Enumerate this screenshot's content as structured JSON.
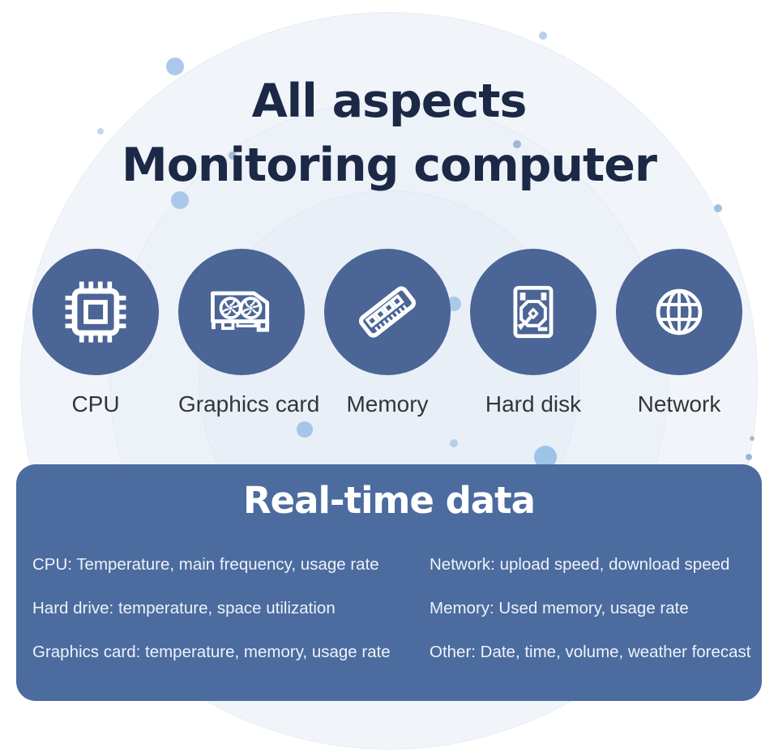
{
  "title": {
    "line1": "All aspects",
    "line2": "Monitoring computer"
  },
  "categories": [
    {
      "label": "CPU",
      "icon": "cpu-icon"
    },
    {
      "label": "Graphics card",
      "icon": "graphics-card-icon"
    },
    {
      "label": "Memory",
      "icon": "memory-icon"
    },
    {
      "label": "Hard disk",
      "icon": "hard-disk-icon"
    },
    {
      "label": "Network",
      "icon": "globe-icon"
    }
  ],
  "panel": {
    "title": "Real-time data",
    "items_left": [
      "CPU: Temperature, main frequency, usage rate",
      "Hard drive: temperature, space utilization",
      "Graphics card: temperature, memory, usage rate"
    ],
    "items_right": [
      "Network: upload speed, download speed",
      "Memory: Used memory, usage rate",
      "Other: Date, time, volume, weather forecast"
    ]
  },
  "colors": {
    "icon_circle": "#4a6596",
    "panel_background": "#4c6b9f",
    "title_text": "#1b2946",
    "label_text": "#333639",
    "panel_text": "#edf3fa",
    "decor_dot": "#a6c8e9"
  }
}
